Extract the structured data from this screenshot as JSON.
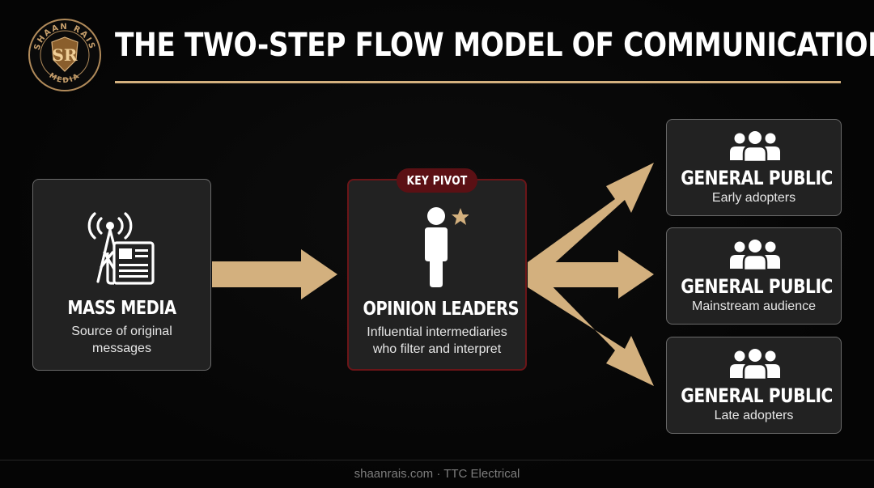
{
  "colors": {
    "accent": "#d3b07e",
    "card_bg": "#222222",
    "card_border": "#6a6a6a",
    "pivot_red": "#5b1014",
    "pivot_border": "#6b1518",
    "background": "#060606"
  },
  "logo": {
    "text_top": "SHAAN RAIS",
    "text_bottom": "MEDIA",
    "monogram": "SR"
  },
  "header": {
    "title": "THE TWO-STEP FLOW MODEL OF COMMUNICATION"
  },
  "nodes": {
    "source": {
      "icon": "broadcast-tower-newspaper-icon",
      "title": "MASS MEDIA",
      "desc_line1": "Source of original",
      "desc_line2": "messages"
    },
    "leader": {
      "badge": "KEY PIVOT",
      "icon": "person-star-icon",
      "title": "OPINION LEADERS",
      "desc_line1": "Influential intermediaries",
      "desc_line2": "who filter and interpret"
    },
    "publics": [
      {
        "icon": "group-icon",
        "title": "GENERAL PUBLIC",
        "desc": "Early adopters"
      },
      {
        "icon": "group-icon",
        "title": "GENERAL PUBLIC",
        "desc": "Mainstream audience"
      },
      {
        "icon": "group-icon",
        "title": "GENERAL PUBLIC",
        "desc": "Late adopters"
      }
    ]
  },
  "footer": {
    "text": "shaanrais.com · TTC Electrical"
  }
}
